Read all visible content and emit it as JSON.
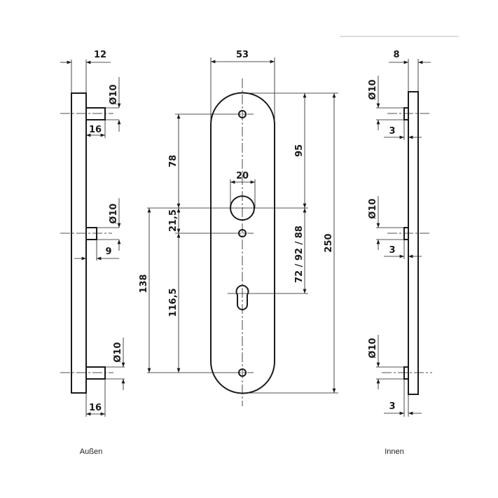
{
  "labels": {
    "outside": "Außen",
    "inside": "Innen"
  },
  "outside_view": {
    "thickness": "12",
    "pin_dia_top": "Ø10",
    "pin_len_top": "16",
    "pin_dia_mid": "Ø10",
    "pin_len_mid": "9",
    "pin_dia_bottom": "Ø10",
    "pin_len_bottom": "16"
  },
  "front_view": {
    "width": "53",
    "handle_dia": "20",
    "top_to_handle": "78",
    "handle_to_hole": "21,5",
    "hole_to_bottom": "116,5",
    "handle_to_bottom": "138",
    "top_edge_to_handle": "95",
    "handle_to_cylinder": "72 / 92 / 88",
    "length": "250"
  },
  "inside_view": {
    "thickness": "8",
    "pin_dia_top": "Ø10",
    "pin_len_top": "3",
    "pin_dia_mid": "Ø10",
    "pin_len_mid": "3",
    "pin_dia_bottom": "Ø10",
    "pin_len_bottom": "3"
  },
  "colors": {
    "line": "#1a1a1a",
    "top_rule": "#dddddd"
  }
}
